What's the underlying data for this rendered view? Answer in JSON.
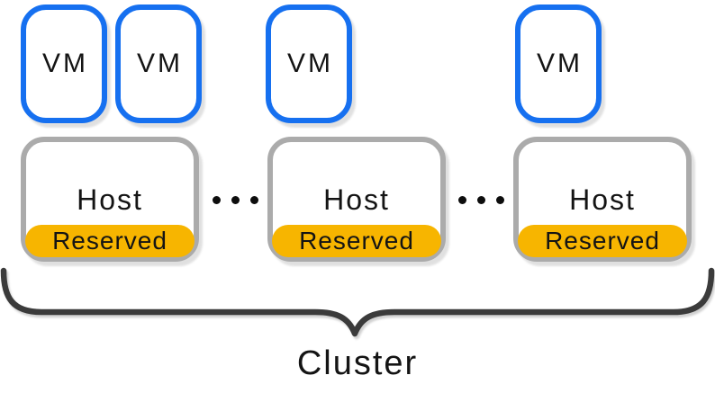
{
  "colors": {
    "vm_border": "#1670F0",
    "host_border": "#ABABAB",
    "reserved_fill": "#F7B500",
    "brace": "#3B3B3B",
    "text": "#141414"
  },
  "vms": [
    {
      "label": "VM"
    },
    {
      "label": "VM"
    },
    {
      "label": "VM"
    },
    {
      "label": "VM"
    }
  ],
  "hosts": [
    {
      "label": "Host",
      "reserved_label": "Reserved"
    },
    {
      "label": "Host",
      "reserved_label": "Reserved"
    },
    {
      "label": "Host",
      "reserved_label": "Reserved"
    }
  ],
  "cluster": {
    "label": "Cluster"
  },
  "icons": {
    "ellipsis": "three-dots",
    "brace": "horizontal-curly-brace-pointing-down"
  }
}
